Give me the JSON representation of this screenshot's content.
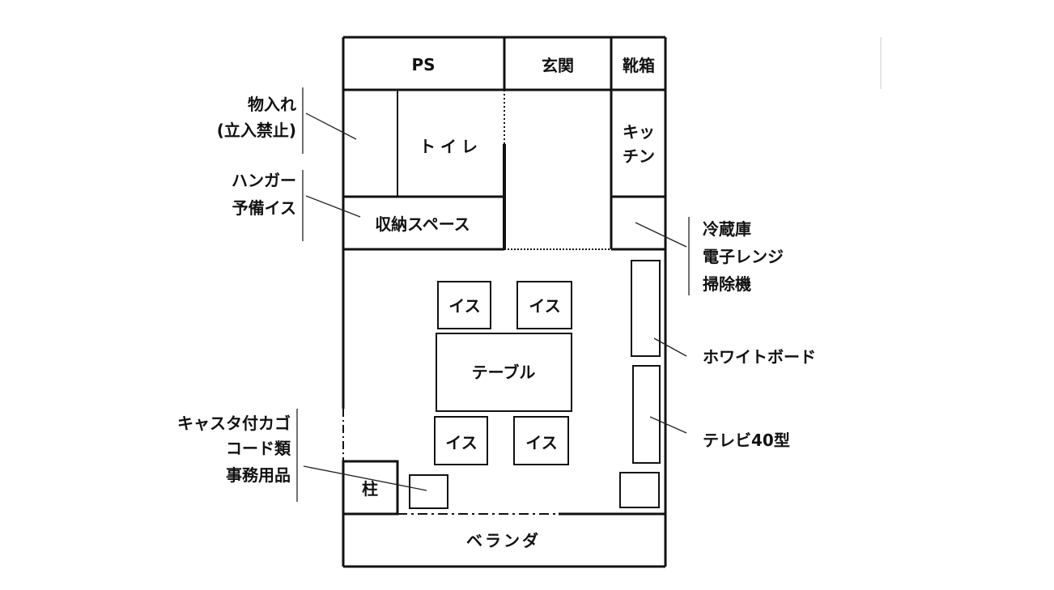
{
  "rooms": {
    "ps": "PS",
    "entrance": "玄関",
    "shoe_box": "靴箱",
    "toilet": "トイレ",
    "kitchen_line1": "キッ",
    "kitchen_line2": "チン",
    "storage": "収納スペース",
    "pillar": "柱",
    "veranda": "ベランダ"
  },
  "furniture": {
    "chairs": [
      "イス",
      "イス",
      "イス",
      "イス"
    ],
    "table": "テーブル"
  },
  "callouts": {
    "closet": [
      "物入れ",
      "(立入禁止)"
    ],
    "hanger": [
      "ハンガー",
      "予備イス"
    ],
    "caster": [
      "キャスタ付カゴ",
      "コード類",
      "事務用品"
    ],
    "fridge": [
      "冷蔵庫",
      "電子レンジ",
      "掃除機"
    ],
    "whiteboard": "ホワイトボード",
    "tv": "テレビ40型"
  }
}
